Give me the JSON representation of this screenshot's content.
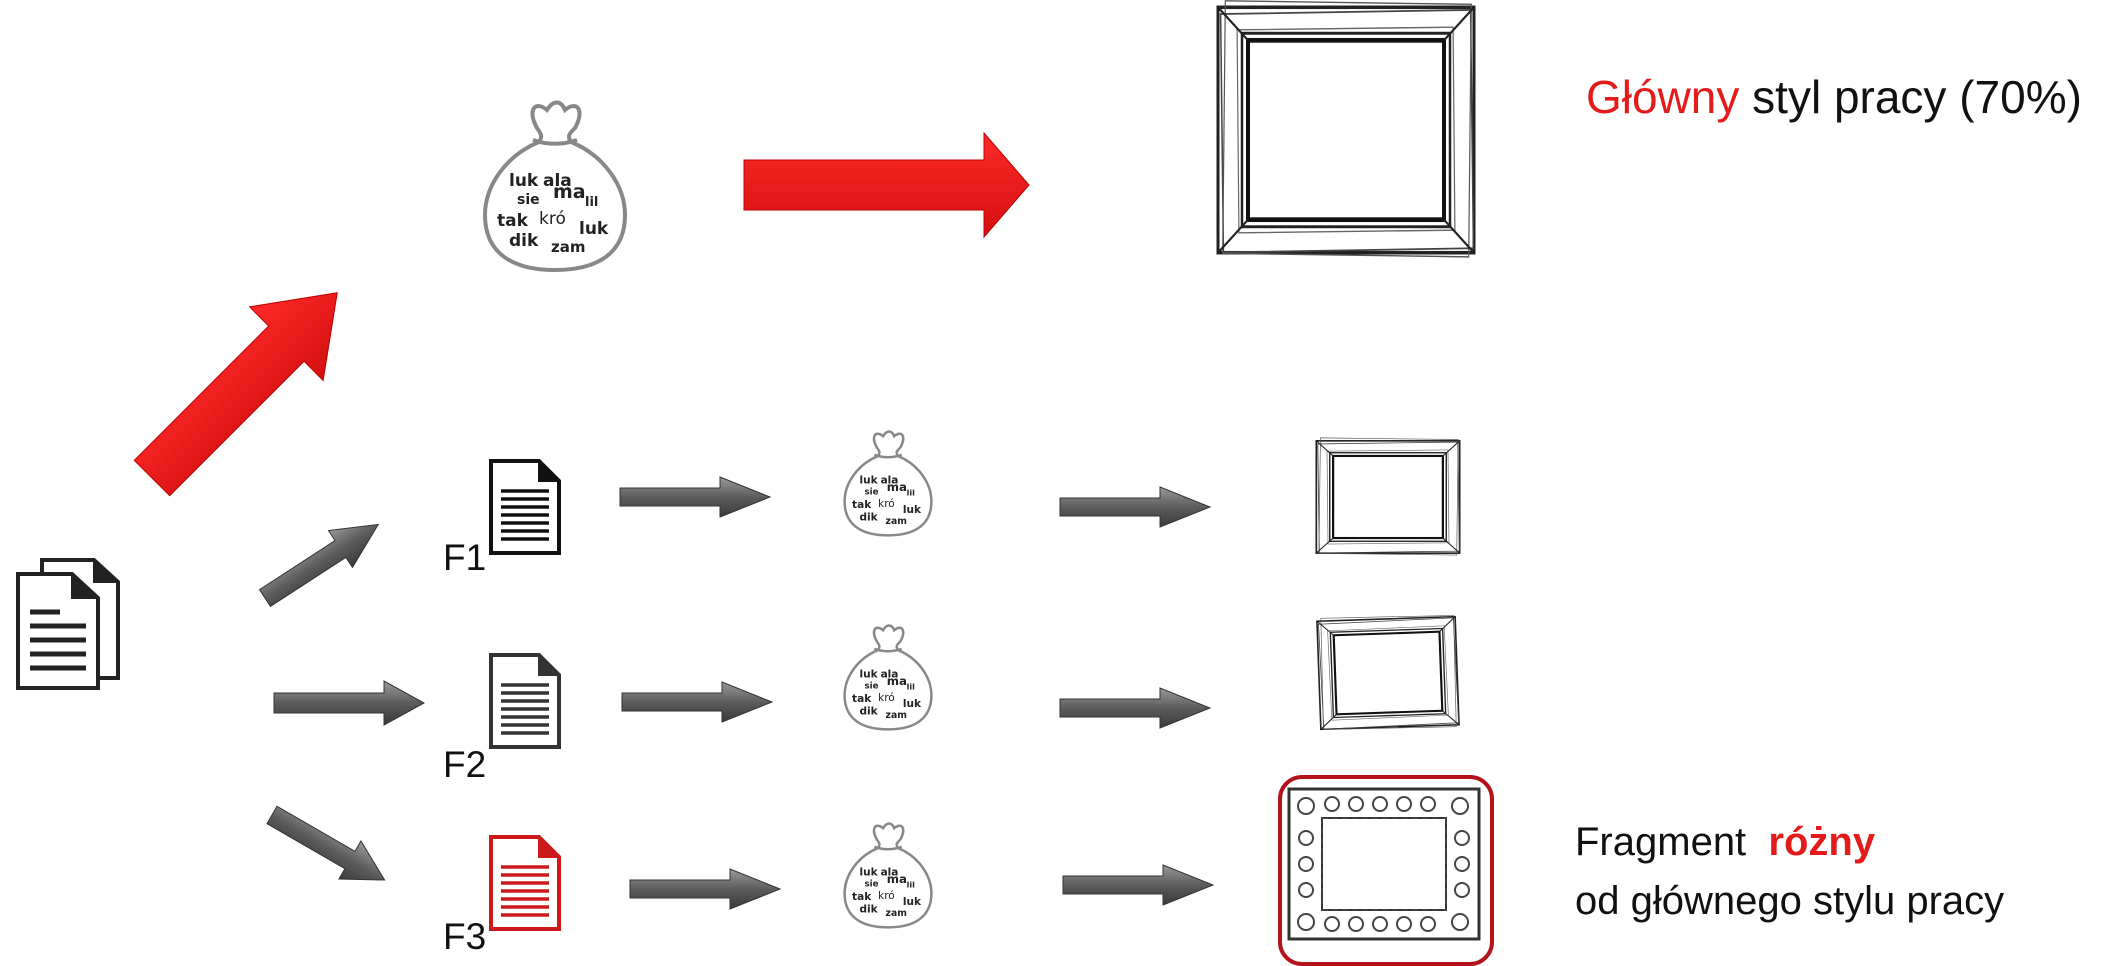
{
  "main_caption": {
    "highlight": "Główny",
    "rest": "styl pracy (70%)"
  },
  "different_caption": {
    "line1_prefix": "Fragment",
    "highlight": "różny",
    "line2": "od głównego stylu pracy"
  },
  "fragments": [
    {
      "label": "F1",
      "color": "#111111"
    },
    {
      "label": "F2",
      "color": "#333333"
    },
    {
      "label": "F3",
      "color": "#cc1a1a"
    }
  ],
  "bag_words": [
    "luk",
    "ala",
    "sie",
    "ma",
    "lil",
    "tak",
    "kró",
    "luk",
    "dik",
    "zam"
  ],
  "colors": {
    "main_arrow": "#e41b1b",
    "fragment_arrow": "#5a5a5a",
    "highlight_box": "#b3131b"
  }
}
